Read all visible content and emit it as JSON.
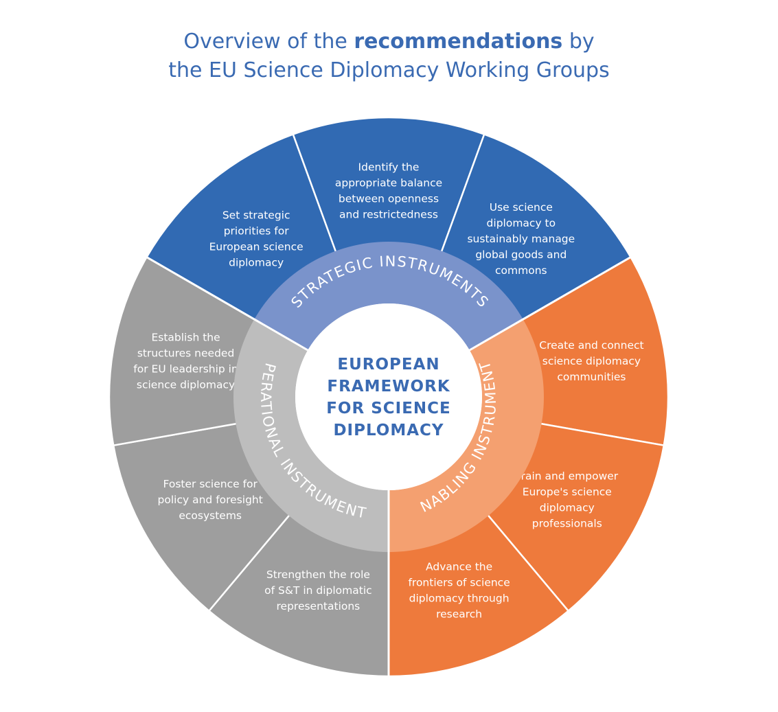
{
  "title": {
    "line1_pre": "Overview of the ",
    "line1_bold": "recommendations",
    "line1_post": " by",
    "line2": "the EU Science Diplomacy Working Groups"
  },
  "center": {
    "lines": [
      "EUROPEAN",
      "FRAMEWORK",
      "FOR SCIENCE",
      "DIPLOMACY"
    ]
  },
  "colors": {
    "strategic_outer": "#316ab3",
    "strategic_ring": "#7a93cb",
    "enabling_outer": "#ee7a3c",
    "enabling_ring": "#f4a070",
    "operational_outer": "#9e9e9e",
    "operational_ring": "#bdbdbd",
    "center_text": "#3a6ab2"
  },
  "rings": {
    "strategic": "STRATEGIC INSTRUMENTS",
    "enabling": "ENABLING INSTRUMENTS",
    "operational": "OPERATIONAL INSTRUMENTS"
  },
  "segments": [
    {
      "group": "strategic",
      "lines": [
        "Set strategic",
        "priorities for",
        "European science",
        "diplomacy"
      ]
    },
    {
      "group": "strategic",
      "lines": [
        "Identify the",
        "appropriate balance",
        "between openness",
        "and restrictedness"
      ]
    },
    {
      "group": "strategic",
      "lines": [
        "Use science",
        "diplomacy to",
        "sustainably manage",
        "global goods and",
        "commons"
      ]
    },
    {
      "group": "enabling",
      "lines": [
        "Create and connect",
        "science diplomacy",
        "communities"
      ]
    },
    {
      "group": "enabling",
      "lines": [
        "Train and empower",
        "Europe's science",
        "diplomacy",
        "professionals"
      ]
    },
    {
      "group": "enabling",
      "lines": [
        "Advance the",
        "frontiers of science",
        "diplomacy through",
        "research"
      ]
    },
    {
      "group": "operational",
      "lines": [
        "Strengthen the role",
        "of S&T in diplomatic",
        "representations"
      ]
    },
    {
      "group": "operational",
      "lines": [
        "Foster science for",
        "policy and foresight",
        "ecosystems"
      ]
    },
    {
      "group": "operational",
      "lines": [
        "Establish the",
        "structures needed",
        "for EU leadership in",
        "science diplomacy"
      ]
    }
  ]
}
